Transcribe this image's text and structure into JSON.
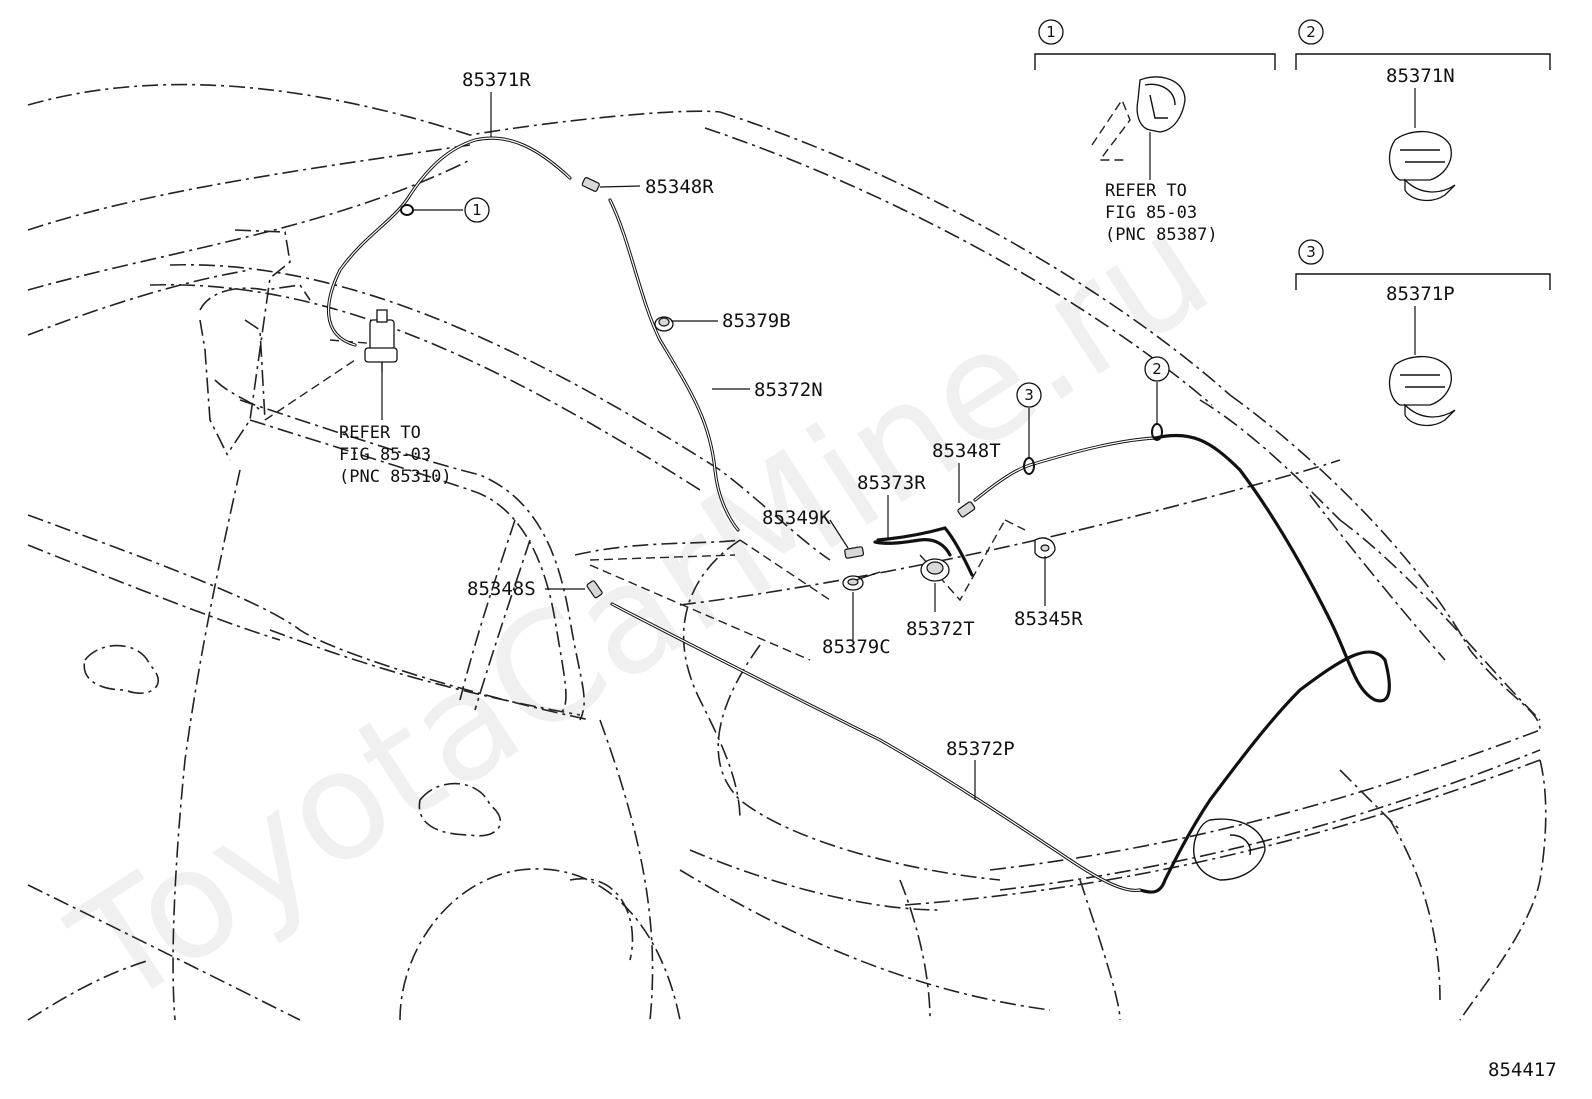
{
  "watermark": "ToyotaCarMine.ru",
  "figure_number": "854417",
  "parts": {
    "p85371R": "85371R",
    "p85348R": "85348R",
    "p85379B": "85379B",
    "p85372N": "85372N",
    "p85348T": "85348T",
    "p85373R": "85373R",
    "p85349K": "85349K",
    "p85348S": "85348S",
    "p85379C": "85379C",
    "p85372T": "85372T",
    "p85345R": "85345R",
    "p85372P": "85372P",
    "p85371N": "85371N",
    "p85371P": "85371P"
  },
  "refs": {
    "pump": [
      "REFER TO",
      "FIG 85-03",
      "(PNC 85310)"
    ],
    "nozzle": [
      "REFER TO",
      "FIG 85-03",
      "(PNC 85387)"
    ]
  },
  "callouts": {
    "c1": "1",
    "c2": "2",
    "c3": "3"
  }
}
